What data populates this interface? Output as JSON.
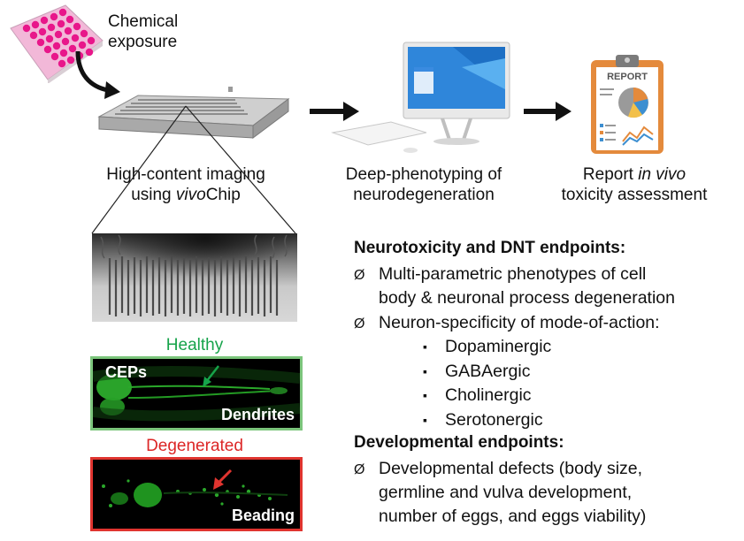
{
  "top": {
    "chemical_line1": "Chemical",
    "chemical_line2": "exposure",
    "imaging_line1": "High-content imaging",
    "imaging_line2_prefix": "using ",
    "imaging_line2_italic": "vivo",
    "imaging_line2_suffix": "Chip",
    "deep_line1": "Deep-phenotyping of",
    "deep_line2": "neurodegeneration",
    "report_line1_prefix": "Report ",
    "report_line1_italic": "in vivo",
    "report_line2": "toxicity assessment",
    "report_icon_text": "REPORT"
  },
  "panels": {
    "healthy_title": "Healthy",
    "healthy_label_cells": "CEPs",
    "healthy_label_dendrites": "Dendrites",
    "degenerated_title": "Degenerated",
    "degenerated_label_beading": "Beading"
  },
  "colors": {
    "healthy": "#16a34a",
    "degenerated": "#dc2626",
    "healthy_border": "#7cc57c",
    "degenerated_border": "#e0342f"
  },
  "endpoints": {
    "neuro_heading": "Neurotoxicity and DNT endpoints:",
    "bullet_symbol": "Ø",
    "neuro_item1_line1": "Multi-parametric phenotypes of cell",
    "neuro_item1_line2": "body & neuronal process degeneration",
    "neuro_item2": "Neuron-specificity of mode-of-action:",
    "sub_bullet_symbol": "▪",
    "sub_items": [
      "Dopaminergic",
      "GABAergic",
      "Cholinergic",
      "Serotonergic"
    ],
    "dev_heading": "Developmental endpoints:",
    "dev_item_line1": "Developmental defects (body size,",
    "dev_item_line2": "germline and vulva development,",
    "dev_item_line3": "number of eggs, and eggs viability)"
  }
}
